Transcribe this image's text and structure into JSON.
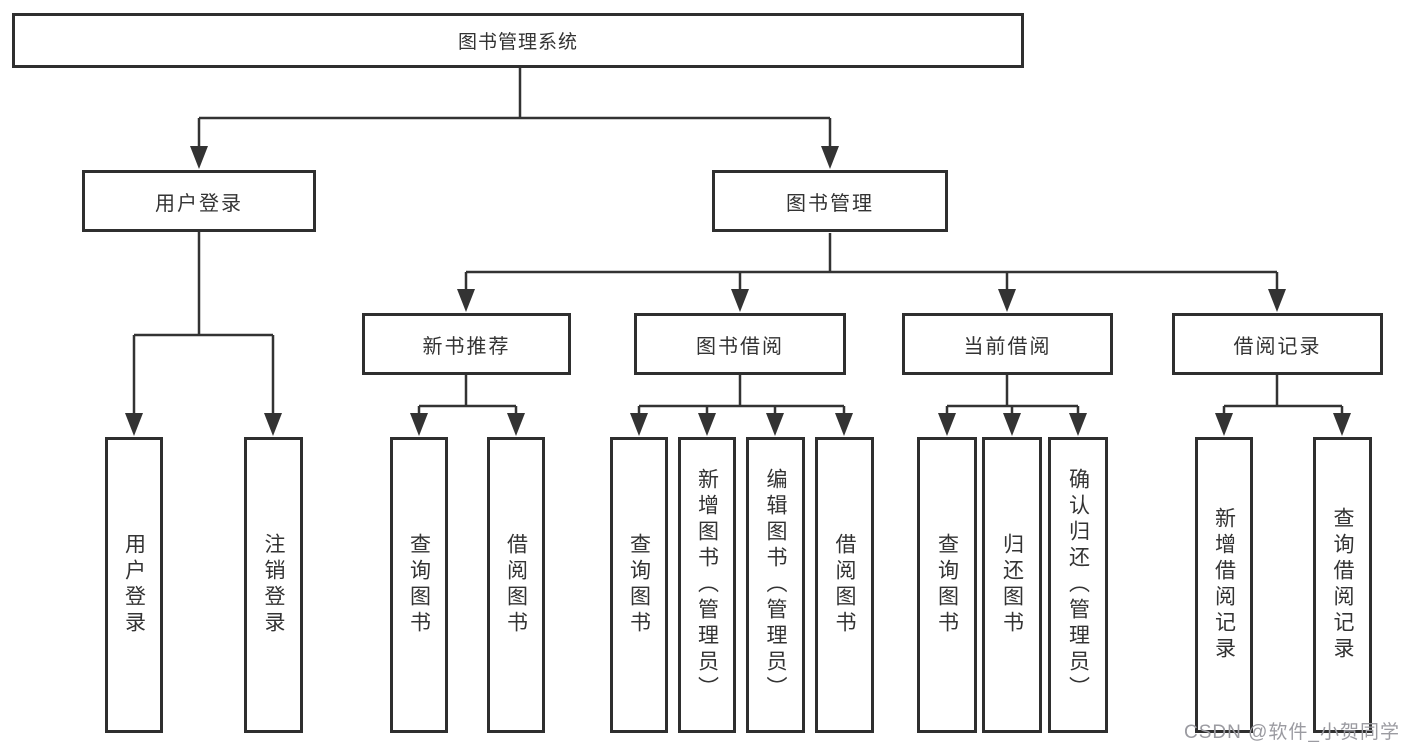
{
  "tree": {
    "root": {
      "label": "图书管理系统"
    },
    "branches": [
      {
        "label": "用户登录",
        "children": [
          {
            "label": "用户登录"
          },
          {
            "label": "注销登录"
          }
        ]
      },
      {
        "label": "图书管理",
        "children": [
          {
            "label": "新书推荐",
            "children": [
              {
                "label": "查询图书"
              },
              {
                "label": "借阅图书"
              }
            ]
          },
          {
            "label": "图书借阅",
            "children": [
              {
                "label": "查询图书"
              },
              {
                "label": "新增图书（管理员）"
              },
              {
                "label": "编辑图书（管理员）"
              },
              {
                "label": "借阅图书"
              }
            ]
          },
          {
            "label": "当前借阅",
            "children": [
              {
                "label": "查询图书"
              },
              {
                "label": "归还图书"
              },
              {
                "label": "确认归还（管理员）"
              }
            ]
          },
          {
            "label": "借阅记录",
            "children": [
              {
                "label": "新增借阅记录"
              },
              {
                "label": "查询借阅记录"
              }
            ]
          }
        ]
      }
    ]
  },
  "watermark": "CSDN @软件_小贺同学",
  "colors": {
    "line": "#333333",
    "box_border": "#2f2f2f",
    "text": "#333333",
    "watermark": "#9b9ba1",
    "background": "#ffffff"
  }
}
